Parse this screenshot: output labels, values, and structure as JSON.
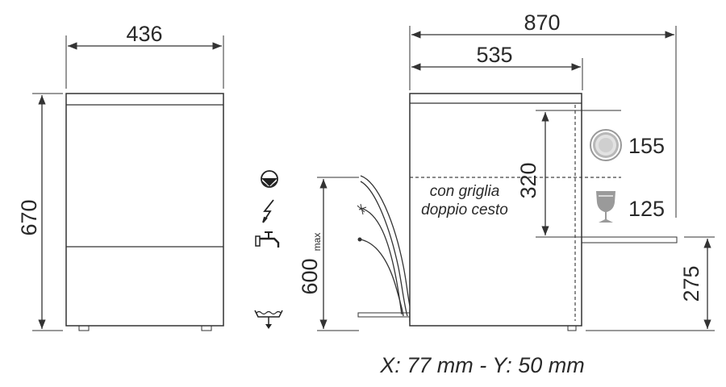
{
  "dimensions": {
    "front_width": "436",
    "front_height": "670",
    "overall_depth": "870",
    "body_depth": "535",
    "opening_height": "320",
    "connection_height": "600",
    "connection_height_suffix": "max",
    "rack_height": "275",
    "plate_size": "155",
    "glass_size": "125"
  },
  "labels": {
    "rack_note_line1": "con griglia",
    "rack_note_line2": "doppio cesto",
    "x_marker": "X",
    "y_marker": "Y",
    "offsets_caption": "X: 77 mm - Y: 50 mm"
  },
  "icons": [
    "drain-icon",
    "electric-icon",
    "water-tap-icon",
    "floor-drain-icon",
    "plate-icon",
    "glass-icon"
  ]
}
